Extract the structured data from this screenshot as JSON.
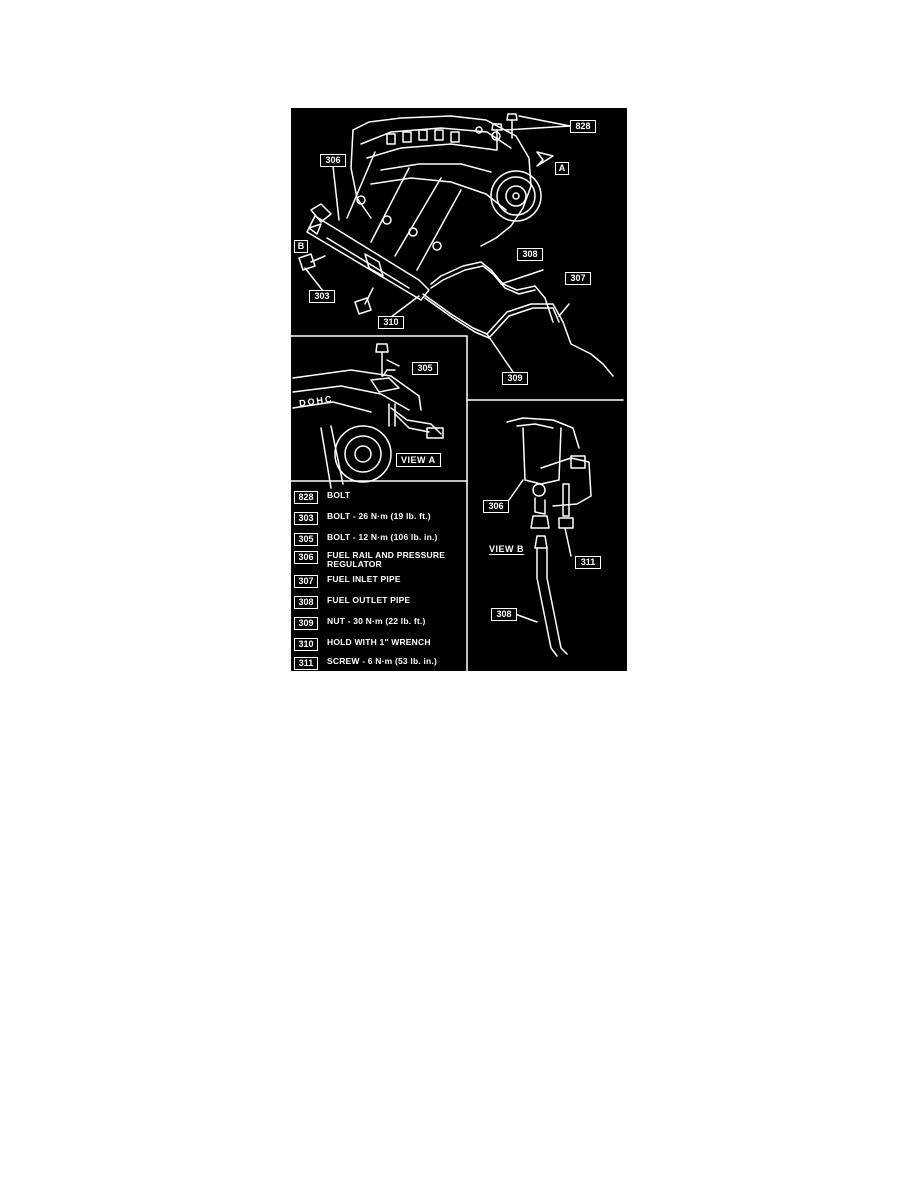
{
  "figure": {
    "callouts": {
      "c828": "828",
      "c306_top": "306",
      "cA": "A",
      "cB": "B",
      "c308_top": "308",
      "c307": "307",
      "c303": "303",
      "c310": "310",
      "c309": "309",
      "c305": "305",
      "c306_b": "306",
      "c311": "311",
      "c308_b": "308"
    },
    "view_a_label": "VIEW A",
    "view_b_label": "VIEW B",
    "engine_text": "DOHC"
  },
  "legend": [
    {
      "num": "828",
      "text": "BOLT"
    },
    {
      "num": "303",
      "text": "BOLT - 26 N·m (19 lb. ft.)"
    },
    {
      "num": "305",
      "text": "BOLT - 12 N·m (106 lb. in.)"
    },
    {
      "num": "306",
      "text": "FUEL RAIL AND PRESSURE REGULATOR"
    },
    {
      "num": "307",
      "text": "FUEL INLET PIPE"
    },
    {
      "num": "308",
      "text": "FUEL OUTLET PIPE"
    },
    {
      "num": "309",
      "text": "NUT - 30 N·m (22 lb. ft.)"
    },
    {
      "num": "310",
      "text": "HOLD WITH 1\" WRENCH"
    },
    {
      "num": "311",
      "text": "SCREW - 6 N·m (53 lb. in.)"
    }
  ],
  "colors": {
    "background": "#000000",
    "ink": "#ffffff",
    "page": "#ffffff"
  }
}
